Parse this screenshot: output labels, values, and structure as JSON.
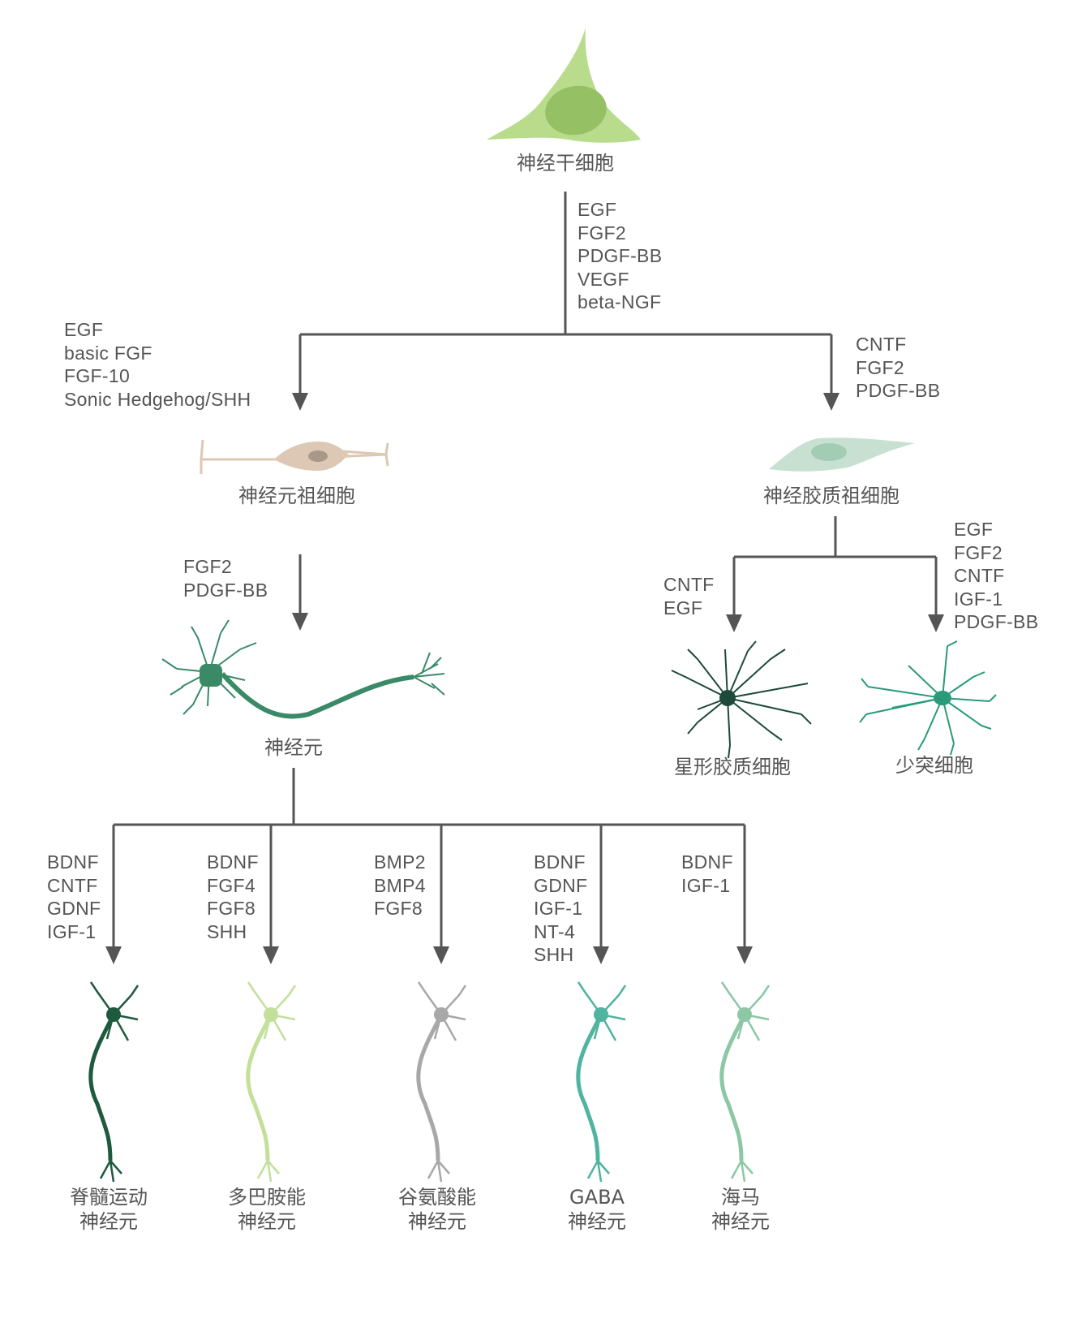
{
  "colors": {
    "line": "#555555",
    "stem_cell": "#b9dc8c",
    "stem_nucleus": "#96c064",
    "neuronal_progenitor": "#dcc8b4",
    "glial_progenitor": "#c8e0d2",
    "neuron": "#3a8a68",
    "astrocyte": "#1d4a3a",
    "oligodendrocyte": "#2a9a7a",
    "motor": "#1e5a3e",
    "dopaminergic": "#c2e09a",
    "glutamatergic": "#a8a8a8",
    "gaba": "#4fb4a0",
    "hippocampal": "#8cc8a4"
  },
  "cells": {
    "stem": "神经干细胞",
    "neuronal_progenitor": "神经元祖细胞",
    "glial_progenitor": "神经胶质祖细胞",
    "neuron": "神经元",
    "astrocyte": "星形胶质细胞",
    "oligodendrocyte": "少突细胞",
    "motor": [
      "脊髓运动",
      "神经元"
    ],
    "dopaminergic": [
      "多巴胺能",
      "神经元"
    ],
    "glutamatergic": [
      "谷氨酸能",
      "神经元"
    ],
    "gaba": [
      "GABA",
      "神经元"
    ],
    "hippocampal": [
      "海马",
      "神经元"
    ]
  },
  "factors": {
    "stem_split": [
      "EGF",
      "FGF2",
      "PDGF-BB",
      "VEGF",
      "beta-NGF"
    ],
    "to_neuronal_progenitor": [
      "EGF",
      "basic FGF",
      "FGF-10",
      "Sonic Hedgehog/SHH"
    ],
    "to_glial_progenitor": [
      "CNTF",
      "FGF2",
      "PDGF-BB"
    ],
    "to_neuron": [
      "FGF2",
      "PDGF-BB"
    ],
    "to_astrocyte": [
      "CNTF",
      "EGF"
    ],
    "to_oligodendrocyte": [
      "EGF",
      "FGF2",
      "CNTF",
      "IGF-1",
      "PDGF-BB"
    ],
    "to_motor": [
      "BDNF",
      "CNTF",
      "GDNF",
      "IGF-1"
    ],
    "to_dopaminergic": [
      "BDNF",
      "FGF4",
      "FGF8",
      "SHH"
    ],
    "to_glutamatergic": [
      "BMP2",
      "BMP4",
      "FGF8"
    ],
    "to_gaba": [
      "BDNF",
      "GDNF",
      "IGF-1",
      "NT-4",
      "SHH"
    ],
    "to_hippocampal": [
      "BDNF",
      "IGF-1"
    ]
  }
}
